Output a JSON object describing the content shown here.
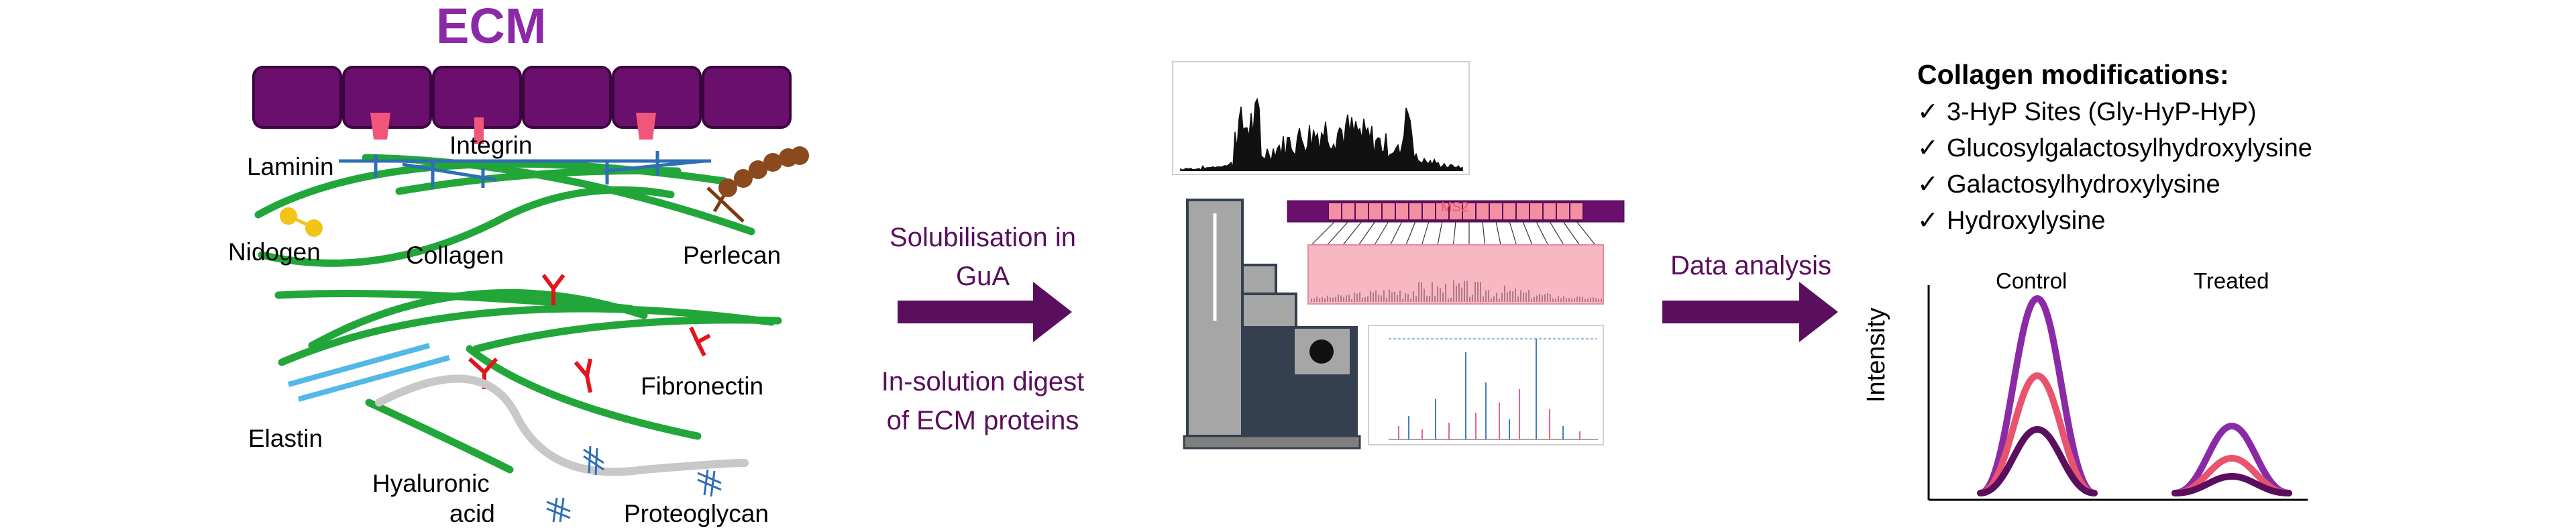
{
  "ecm_panel": {
    "title": "ECM",
    "labels": {
      "laminin": "Laminin",
      "integrin": "Integrin",
      "nidogen": "Nidogen",
      "collagen": "Collagen",
      "perlecan": "Perlecan",
      "elastin": "Elastin",
      "fibronectin": "Fibronectin",
      "hyaluronic_line1": "Hyaluronic",
      "hyaluronic_line2": "acid",
      "proteoglycan": "Proteoglycan"
    }
  },
  "process": {
    "step1_line1": "Solubilisation in",
    "step1_line2": "GuA",
    "step2_line1": "In-solution digest",
    "step2_line2": "of ECM proteins",
    "step3": "Data analysis",
    "ms2_label": "MS2"
  },
  "results": {
    "title": "Collagen modifications:",
    "items": [
      "3-HyP Sites (Gly-HyP-HyP)",
      "Glucosylgalactosylhydroxylysine",
      "Galactosylhydroxylysine",
      "Hydroxylysine"
    ],
    "check_symbol": "✓",
    "chart": {
      "ylabel": "Intensity",
      "groups": [
        "Control",
        "Treated"
      ],
      "series_colors": [
        "#8b2aa6",
        "#e8546e",
        "#5a0f5e"
      ]
    }
  },
  "colors": {
    "purple": "#5a0f5e",
    "ecm_title": "#8b2aa6",
    "collagen_green": "#22a63a",
    "laminin_blue": "#2e6fb5",
    "integrin_pink": "#f0557a",
    "fibronectin_red": "#e3141b",
    "perlecan_brown": "#7a3a12",
    "nidogen_yellow": "#f3c318",
    "elastin_blue": "#52b8e8",
    "instrument_gray": "#a6a6a6",
    "instrument_dark": "#343f50"
  }
}
